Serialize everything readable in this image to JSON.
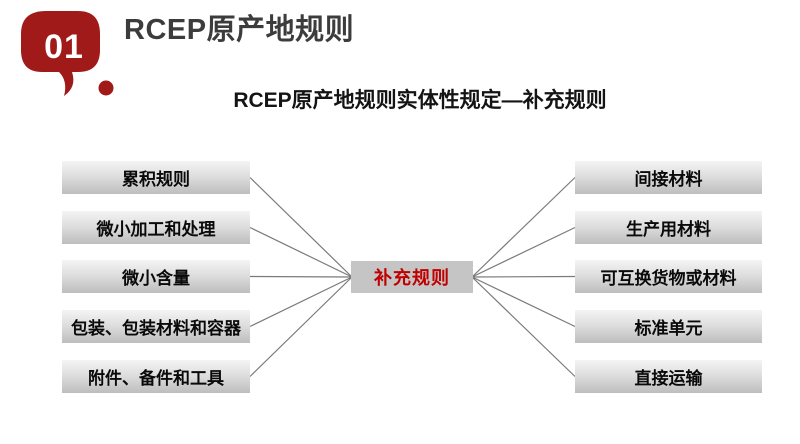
{
  "slide": {
    "badge": {
      "number": "01",
      "color": "#a01a1a"
    },
    "title": "RCEP原产地规则",
    "subtitle": "RCEP原产地规则实体性规定—补充规则",
    "diagram": {
      "center": {
        "label": "补充规则",
        "text_color": "#c00000",
        "box_color": "#c5c5c5"
      },
      "left_items": [
        "累积规则",
        "微小加工和处理",
        "微小含量",
        "包装、包装材料和容器",
        "附件、备件和工具"
      ],
      "right_items": [
        "间接材料",
        "生产用材料",
        "可互换货物或材料",
        "标准单元",
        "直接运输"
      ],
      "line_color": "#7a7a7a",
      "box_gradient": [
        "#f4f4f4",
        "#bdbdbd"
      ]
    }
  }
}
